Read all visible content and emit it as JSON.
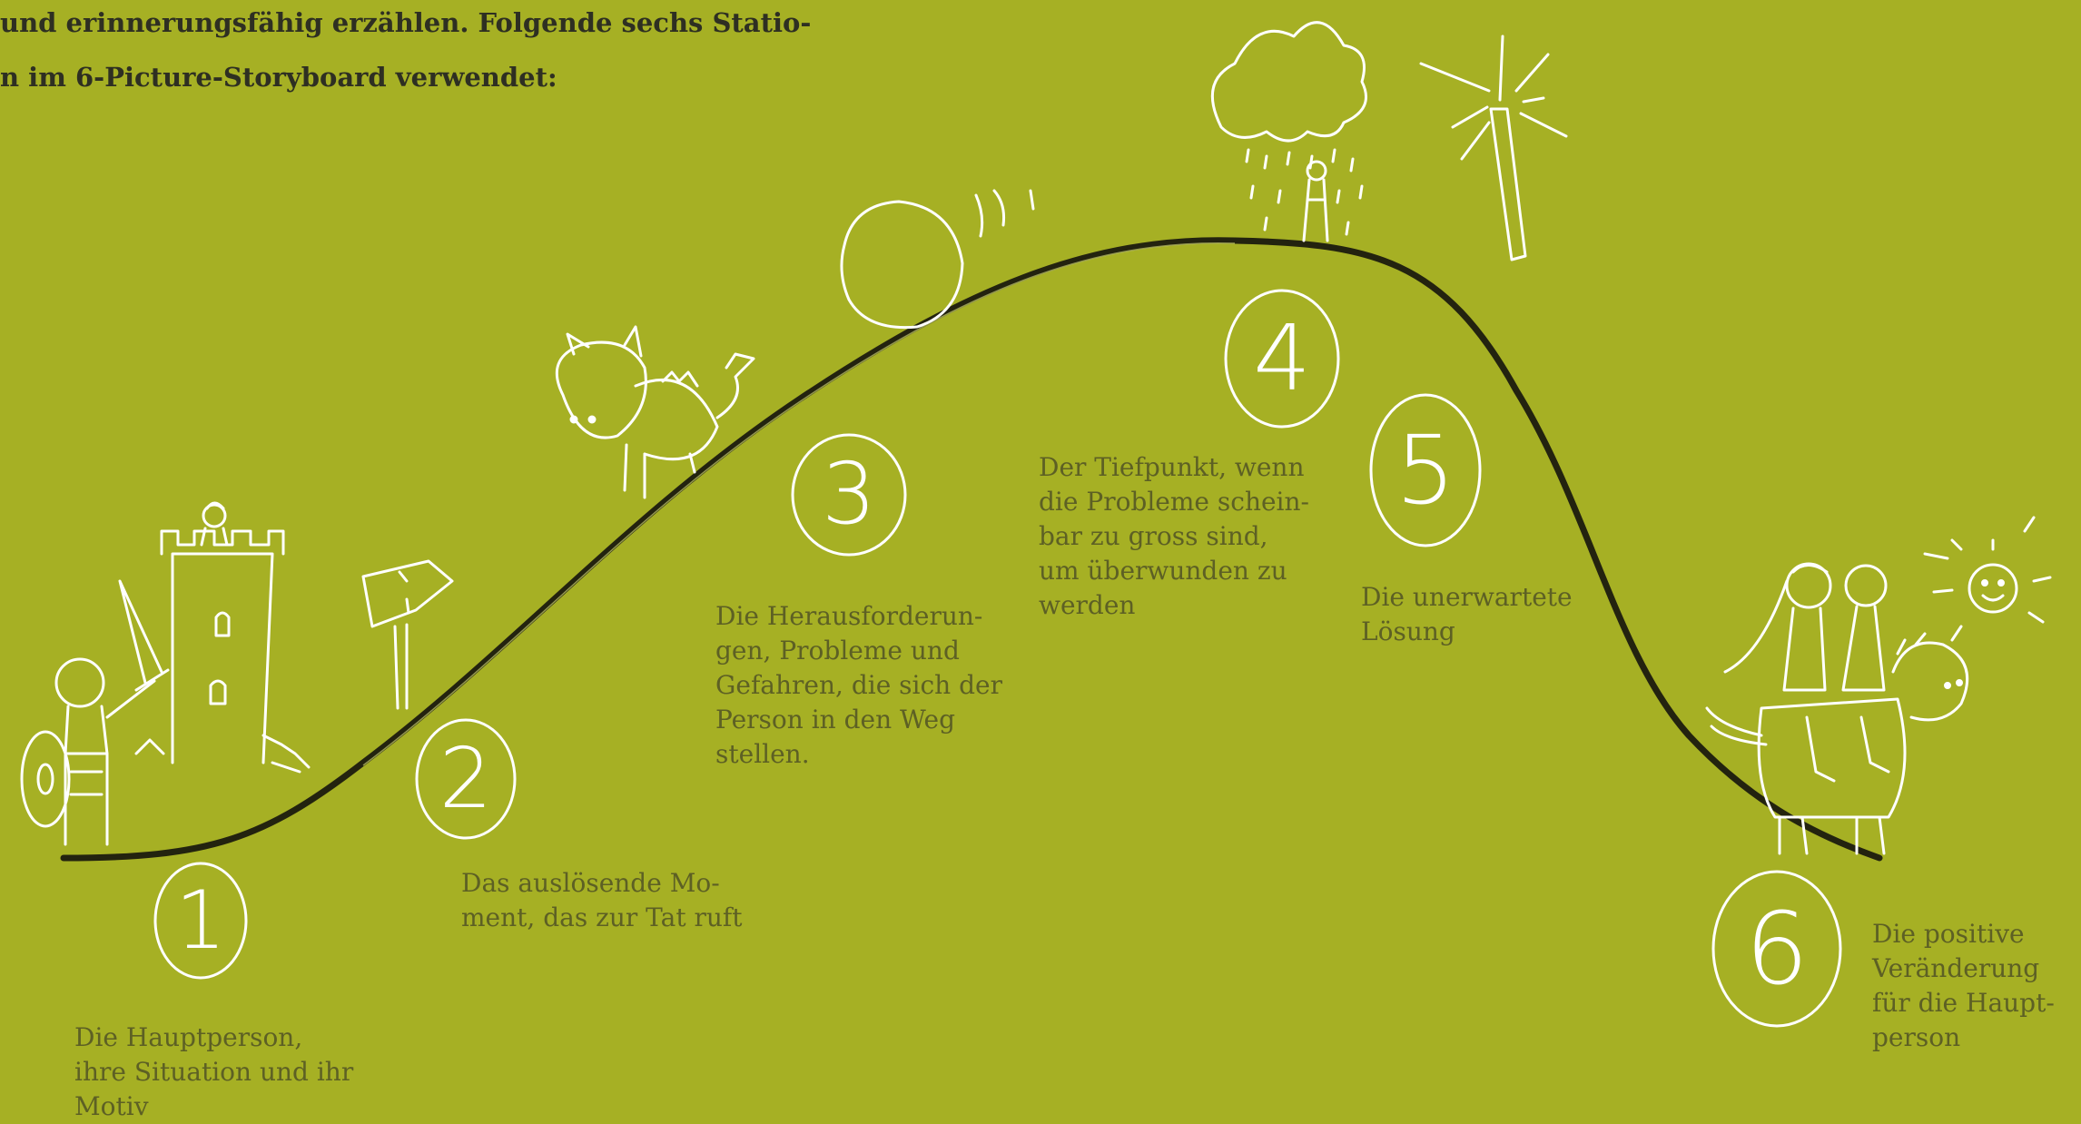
{
  "intro": {
    "line1": "und erinnerungsfähig erzählen. Folgende sechs Statio-",
    "line2": "n im 6-Picture-Storyboard verwendet:"
  },
  "colors": {
    "background": "#a6b024",
    "curve": "#23230f",
    "sketch": "#ffffff",
    "caption_text": "#5d6024",
    "intro_text": "#2e2f22"
  },
  "stages": [
    {
      "number": "1",
      "text": "Die Hauptperson,\nihre Situation und ihr\nMotiv",
      "icon": "knight-and-castle-icon"
    },
    {
      "number": "2",
      "text": "Das auslösende Mo-\nment, das zur Tat ruft",
      "icon": "signpost-icon"
    },
    {
      "number": "3",
      "text": "Die Herausforderun-\ngen, Probleme und\nGefahren, die sich der\nPerson in den Weg\nstellen.",
      "icon": "dragon-and-boulder-icon"
    },
    {
      "number": "4",
      "text": "Der Tiefpunkt, wenn\ndie Probleme schein-\nbar zu gross sind,\num überwunden zu\nwerden",
      "icon": "rain-cloud-icon"
    },
    {
      "number": "5",
      "text": "Die unerwartete\nLösung",
      "icon": "magic-wand-icon"
    },
    {
      "number": "6",
      "text": "Die positive\nVeränderung\nfür die Haupt-\nperson",
      "icon": "happy-riders-sun-icon"
    }
  ]
}
